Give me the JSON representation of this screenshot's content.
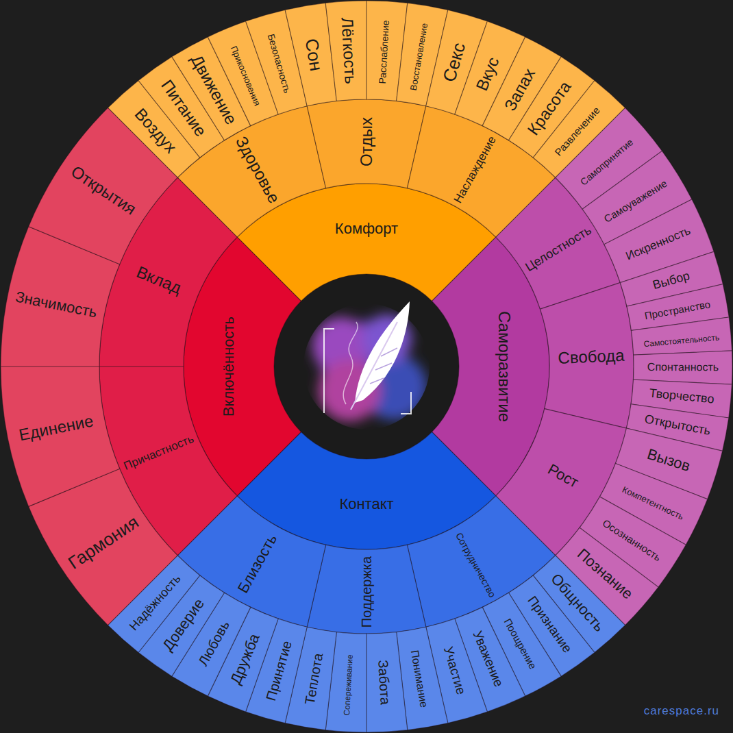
{
  "diagram": {
    "nodes": [
      {
        "text": [
          "Комфорт"
        ]
      },
      {
        "text": [
          "Здоровье"
        ],
        "in": 0
      },
      {
        "text": [
          "Воздух"
        ],
        "in": 1
      },
      {
        "text": [
          "Питание"
        ],
        "in": 1
      },
      {
        "text": [
          "Движение"
        ],
        "in": 1
      },
      {
        "text": [
          "Прикосновения"
        ],
        "in": 1
      },
      {
        "text": [
          "Безопасность"
        ],
        "in": 1
      },
      {
        "text": [
          "Отдых"
        ],
        "in": 0
      },
      {
        "text": [
          "Сон"
        ],
        "in": 7
      },
      {
        "text": [
          "Лёгкость"
        ],
        "in": 7
      },
      {
        "text": [
          "Расслабление"
        ],
        "in": 7
      },
      {
        "text": [
          "Восстановление"
        ],
        "in": 7
      },
      {
        "text": [
          "Наслаждение"
        ],
        "in": 0
      },
      {
        "text": [
          "Секс"
        ],
        "in": 12
      },
      {
        "text": [
          "Вкус"
        ],
        "in": 12
      },
      {
        "text": [
          "Запах"
        ],
        "in": 12
      },
      {
        "text": [
          "Красота"
        ],
        "in": 12
      },
      {
        "text": [
          "Развлечение"
        ],
        "in": 12
      },
      {
        "text": [
          "Саморазвитие"
        ]
      },
      {
        "text": [
          "Целостность"
        ],
        "in": 18
      },
      {
        "text": [
          "Самопринятие"
        ],
        "in": 19
      },
      {
        "text": [
          "Самоуважение"
        ],
        "in": 19
      },
      {
        "text": [
          "Искренность"
        ],
        "in": 19
      },
      {
        "text": [
          "Свобода"
        ],
        "in": 18
      },
      {
        "text": [
          "Выбор"
        ],
        "in": 23
      },
      {
        "text": [
          "Пространство"
        ],
        "in": 23
      },
      {
        "text": [
          "Самостоятельность"
        ],
        "in": 23
      },
      {
        "text": [
          "Спонтанность"
        ],
        "in": 23
      },
      {
        "text": [
          "Творчество"
        ],
        "in": 23
      },
      {
        "text": [
          "Открытость"
        ],
        "in": 23
      },
      {
        "text": [
          "Рост"
        ],
        "in": 18
      },
      {
        "text": [
          "Вызов"
        ],
        "in": 30
      },
      {
        "text": [
          "Компетентность"
        ],
        "in": 30
      },
      {
        "text": [
          "Осознанность"
        ],
        "in": 30
      },
      {
        "text": [
          "Познание"
        ],
        "in": 30
      },
      {
        "text": [
          "Контакт"
        ]
      },
      {
        "text": [
          "Сотрудничество"
        ],
        "in": 35
      },
      {
        "text": [
          "Общность"
        ],
        "in": 36
      },
      {
        "text": [
          "Признание"
        ],
        "in": 36
      },
      {
        "text": [
          "Поощрение"
        ],
        "in": 36
      },
      {
        "text": [
          "Уважение"
        ],
        "in": 36
      },
      {
        "text": [
          "Участие"
        ],
        "in": 36
      },
      {
        "text": [
          "Поддержка"
        ],
        "in": 35
      },
      {
        "text": [
          "Понимание"
        ],
        "in": 42
      },
      {
        "text": [
          "Забота"
        ],
        "in": 42
      },
      {
        "text": [
          "Сопереживание"
        ],
        "in": 42
      },
      {
        "text": [
          "Теплота"
        ],
        "in": 42
      },
      {
        "text": [
          "Близость"
        ],
        "in": 35
      },
      {
        "text": [
          "Принятие"
        ],
        "in": 47
      },
      {
        "text": [
          "Дружба"
        ],
        "in": 47
      },
      {
        "text": [
          "Любовь"
        ],
        "in": 47
      },
      {
        "text": [
          "Доверие"
        ],
        "in": 47
      },
      {
        "text": [
          "Надёжность"
        ],
        "in": 47
      },
      {
        "text": [
          "Включённость"
        ]
      },
      {
        "text": [
          "Причастность"
        ],
        "in": 53
      },
      {
        "text": [
          "Гармония"
        ],
        "in": 54
      },
      {
        "text": [
          "Единение"
        ],
        "in": 54
      },
      {
        "text": [
          "Вклад"
        ],
        "in": 53
      },
      {
        "text": [
          "Значимость"
        ],
        "in": 57
      },
      {
        "text": [
          "Открытия"
        ],
        "in": 57
      }
    ],
    "labels": [
      "carespace.ru"
    ]
  }
}
